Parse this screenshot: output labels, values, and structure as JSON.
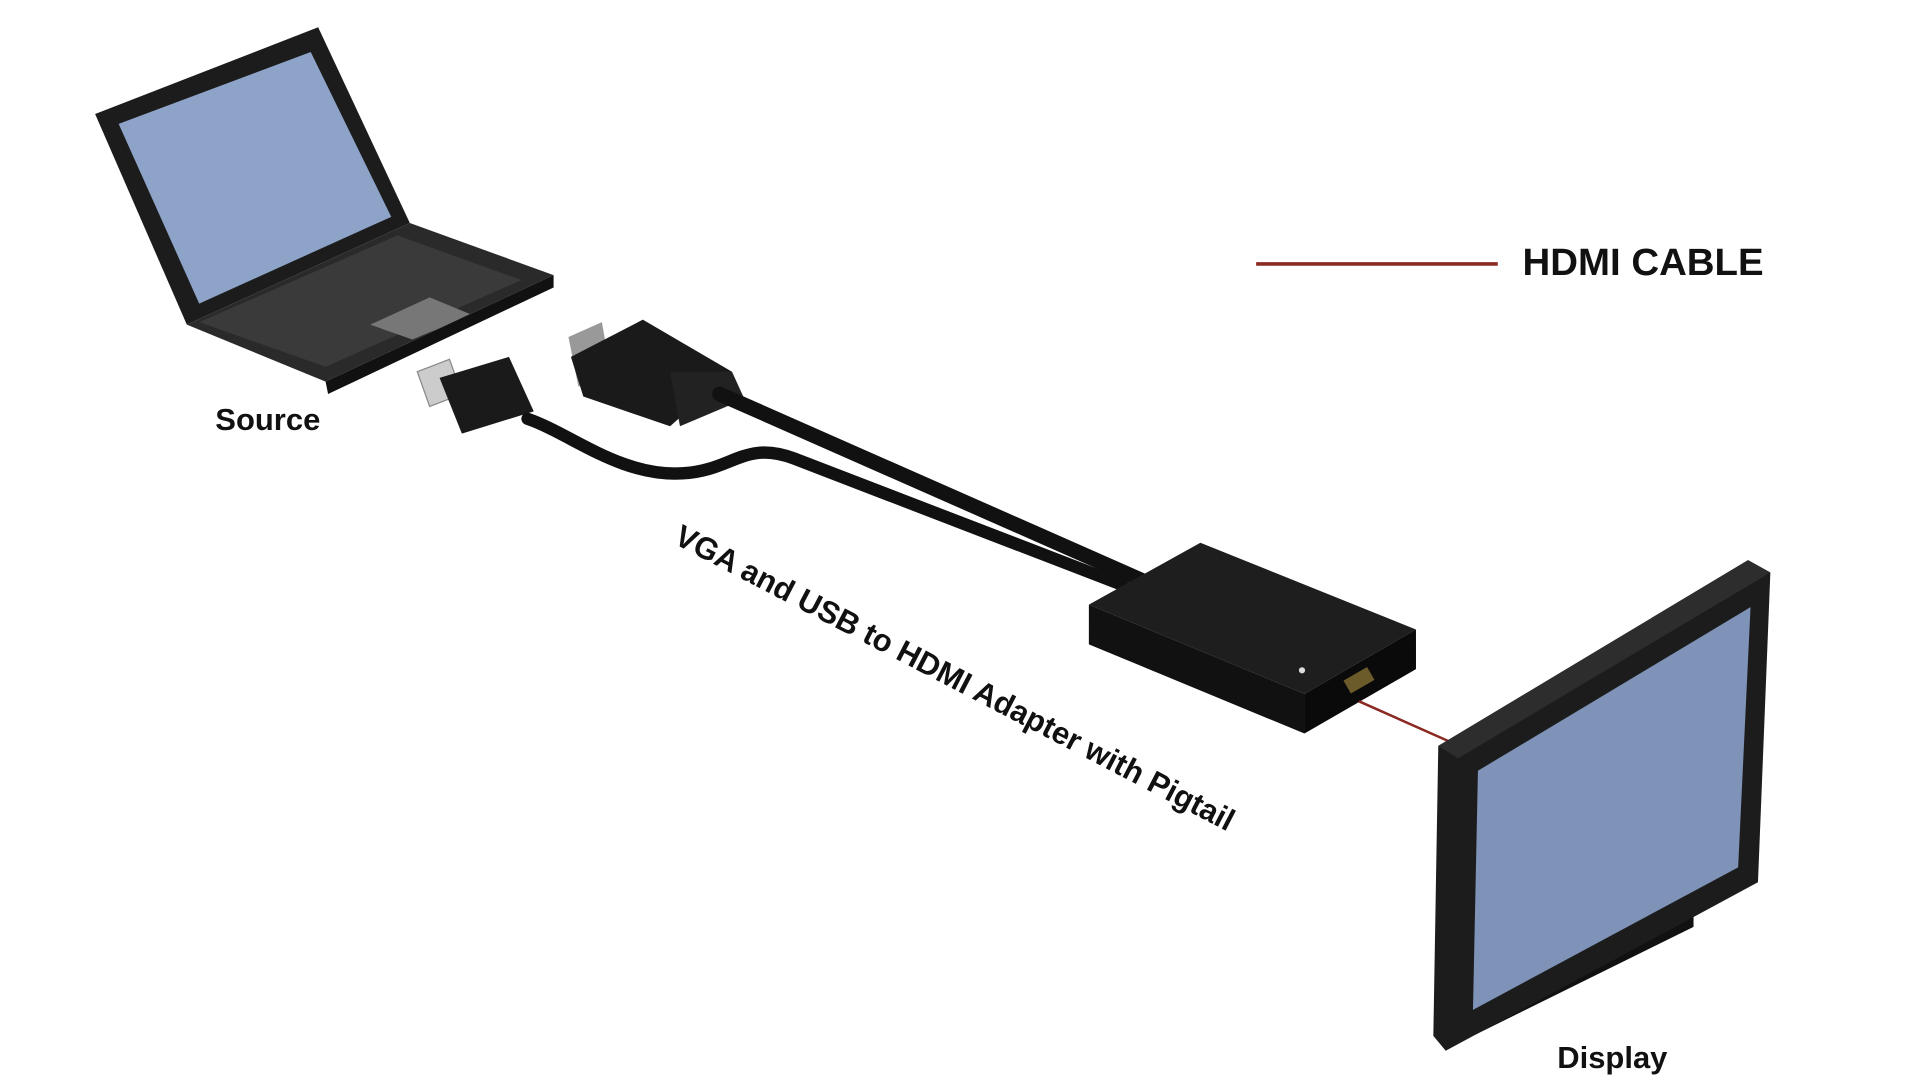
{
  "labels": {
    "source": "Source",
    "display": "Display",
    "adapter": "VGA and USB to HDMI Adapter with Pigtail",
    "legend_hdmi": "HDMI CABLE"
  },
  "colors": {
    "hdmi_cable": "#8b2a22",
    "device_body": "#1a1a1a",
    "screen": "#8a9cc0"
  }
}
